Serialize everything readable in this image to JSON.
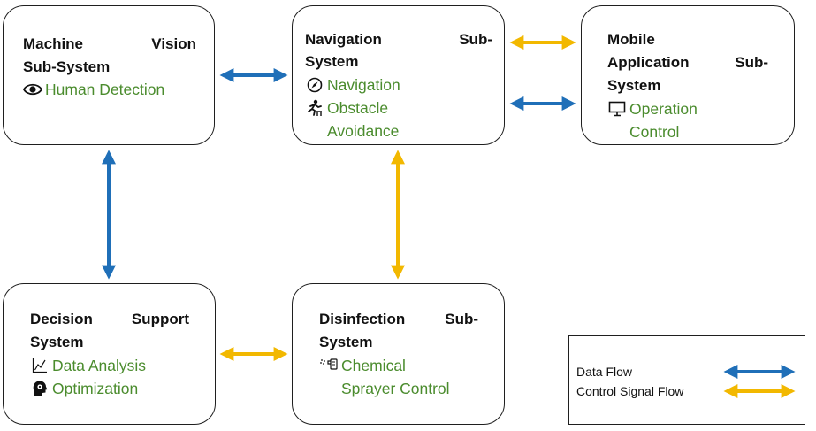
{
  "colors": {
    "data_flow": "#1f6fb8",
    "control_flow": "#f2b800",
    "item_text": "#4b8c2e"
  },
  "boxes": {
    "machine_vision": {
      "title_lines": [
        "Machine Vision",
        "Sub-System"
      ],
      "items": [
        {
          "icon": "eye-icon",
          "text": "Human Detection"
        }
      ]
    },
    "navigation": {
      "title_lines": [
        "Navigation Sub-",
        "System"
      ],
      "items": [
        {
          "icon": "compass-icon",
          "text": "Navigation"
        },
        {
          "icon": "hurdle-runner-icon",
          "text": "Obstacle",
          "text2": "Avoidance"
        }
      ]
    },
    "mobile_app": {
      "title_lines": [
        "Mobile",
        "Application Sub-",
        "System"
      ],
      "items": [
        {
          "icon": "monitor-icon",
          "text": "Operation",
          "text2": "Control"
        }
      ]
    },
    "decision_support": {
      "title_lines": [
        "Decision Support",
        "System"
      ],
      "items": [
        {
          "icon": "line-chart-icon",
          "text": "Data Analysis"
        },
        {
          "icon": "head-gear-icon",
          "text": "Optimization"
        }
      ]
    },
    "disinfection": {
      "title_lines": [
        "Disinfection Sub-",
        "System"
      ],
      "items": [
        {
          "icon": "spray-bottle-icon",
          "text": "Chemical",
          "text2": "Sprayer Control"
        }
      ]
    }
  },
  "legend": {
    "data_flow_label": "Data Flow",
    "control_flow_label": "Control Signal Flow"
  }
}
